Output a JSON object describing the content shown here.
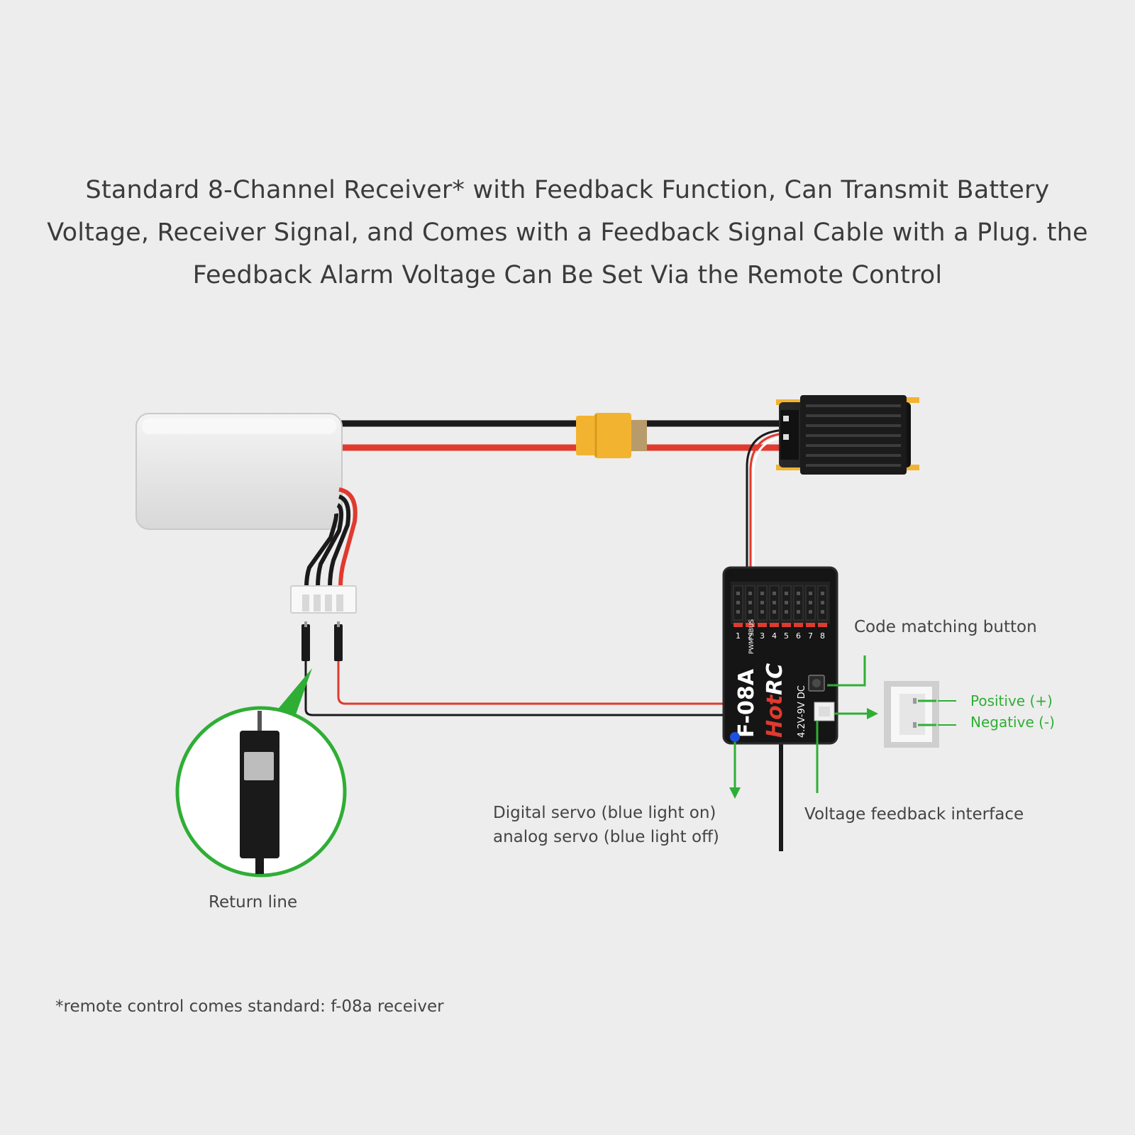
{
  "title": "Standard 8-Channel Receiver* with Feedback Function, Can Transmit Battery Voltage, Receiver Signal, and Comes with a Feedback Signal Cable with a Plug. the Feedback Alarm Voltage Can Be Set Via the Remote Control",
  "labels": {
    "code_matching_button": "Code matching button",
    "positive": "Positive (+)",
    "negative": "Negative (-)",
    "voltage_feedback": "Voltage feedback interface",
    "servo_line1": "Digital servo (blue light on)",
    "servo_line2": "analog servo (blue light off)",
    "return_line": "Return line"
  },
  "receiver": {
    "model": "F-08A",
    "brand_hot": "Hot",
    "brand_rc": "RC",
    "spec": "4.2V-9V DC",
    "mode": "PWM SBUS",
    "channels": [
      "1",
      "2",
      "3",
      "4",
      "5",
      "6",
      "7",
      "8"
    ]
  },
  "footnote": "*remote control comes standard: f-08a receiver",
  "colors": {
    "accent_green": "#2fae35",
    "wire_red": "#e03a2e",
    "wire_black": "#1a1a1a",
    "connector_yellow": "#f2b430",
    "indicator_blue": "#1f4fe0"
  }
}
